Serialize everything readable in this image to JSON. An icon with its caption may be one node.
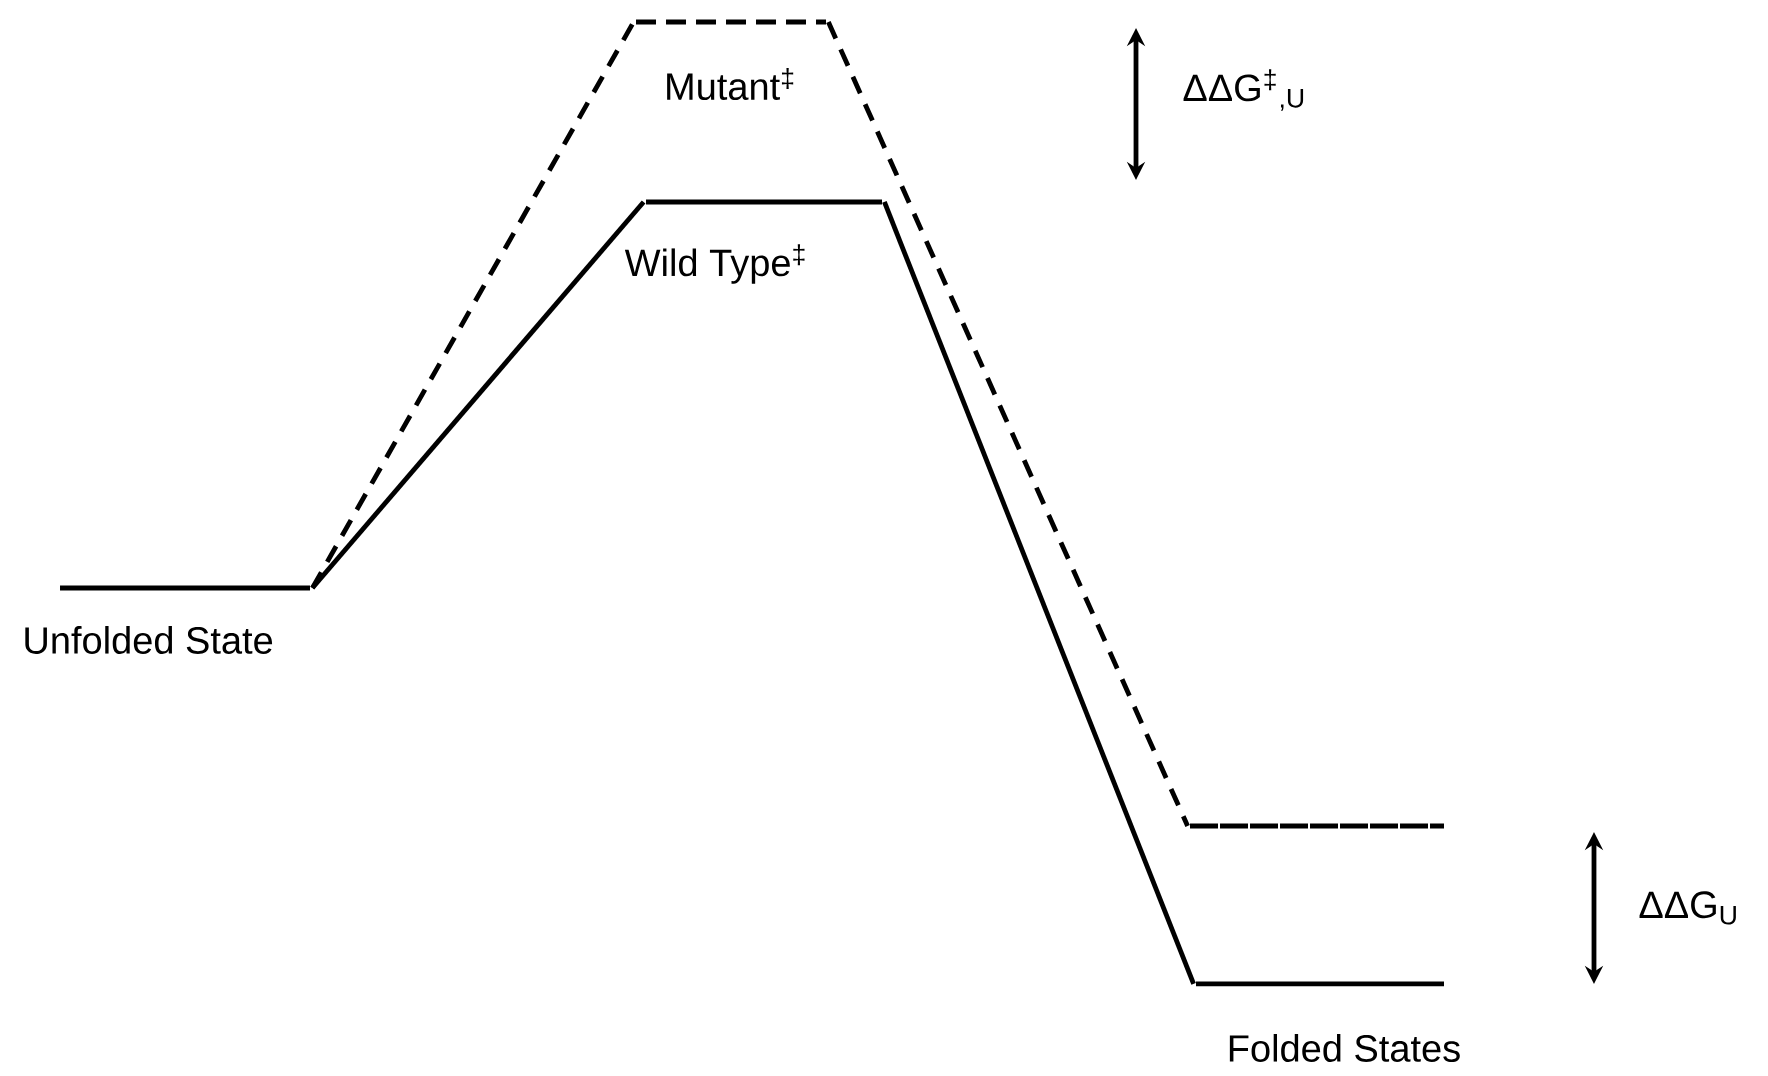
{
  "diagram": {
    "nodes": [
      {
        "text": [
          "Unfolded State"
        ]
      },
      {
        "text": [
          "Mutant$^{‡}$"
        ]
      },
      {
        "text": [
          "Wild Type$^{‡}$"
        ]
      },
      {
        "text": [],
        "shape": "bar"
      },
      {
        "text": [
          "Folded States"
        ]
      }
    ],
    "edges": [
      {
        "from": 0,
        "to": 1,
        "arrow": "none",
        "style": "dashed"
      },
      {
        "from": 1,
        "to": 3,
        "arrow": "none",
        "style": "dashed"
      },
      {
        "from": 0,
        "to": 2,
        "arrow": "none"
      },
      {
        "from": 2,
        "to": 4,
        "arrow": "none"
      }
    ],
    "labels": [
      "ΔΔG$^{‡}$$_{,U}$",
      "ΔΔG$_{U}$"
    ]
  }
}
